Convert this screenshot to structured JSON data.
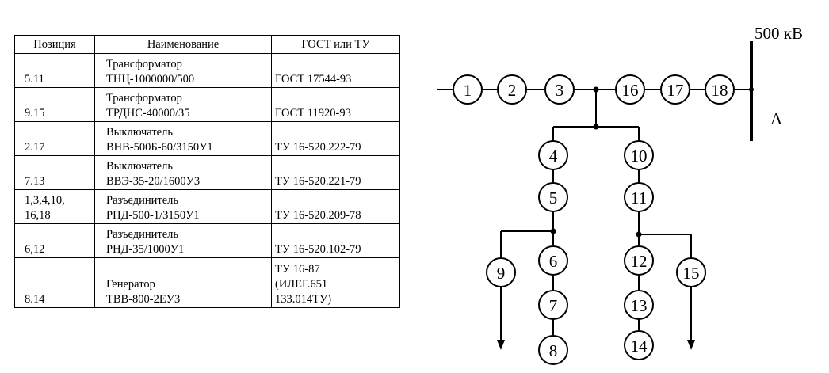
{
  "table": {
    "headers": [
      "Позиция",
      "Наименование",
      "ГОСТ или ТУ"
    ],
    "rows": [
      {
        "pos": [
          "5.11"
        ],
        "name": [
          "Трансформатор",
          "ТНЦ-1000000/500"
        ],
        "std": [
          "ГОСТ 17544-93"
        ]
      },
      {
        "pos": [
          "9.15"
        ],
        "name": [
          "Трансформатор",
          "ТРДНС-40000/35"
        ],
        "std": [
          "ГОСТ 11920-93"
        ]
      },
      {
        "pos": [
          "2.17"
        ],
        "name": [
          "Выключатель",
          "ВНВ-500Б-60/3150У1"
        ],
        "std": [
          "ТУ 16-520.222-79"
        ]
      },
      {
        "pos": [
          "7.13"
        ],
        "name": [
          "Выключатель",
          "ВВЭ-35-20/1600У3"
        ],
        "std": [
          "ТУ 16-520.221-79"
        ]
      },
      {
        "pos": [
          "1,3,4,10,",
          "16,18"
        ],
        "name": [
          "Разъединитель",
          "РПД-500-1/3150У1"
        ],
        "std": [
          "ТУ 16-520.209-78"
        ]
      },
      {
        "pos": [
          "6,12"
        ],
        "name": [
          "Разъединитель",
          "РНД-35/1000У1"
        ],
        "std": [
          "ТУ 16-520.102-79"
        ]
      },
      {
        "pos": [
          "8.14"
        ],
        "name": [
          "Генератор",
          "ТВВ-800-2ЕУ3"
        ],
        "std": [
          "ТУ 16-87",
          "(ИЛЕГ.651",
          "133.014ТУ)"
        ]
      }
    ]
  },
  "diagram": {
    "bus_label": "500 кВ",
    "point_label": "А",
    "nodes": [
      "1",
      "2",
      "3",
      "16",
      "17",
      "18",
      "4",
      "5",
      "6",
      "7",
      "8",
      "9",
      "10",
      "11",
      "12",
      "13",
      "14",
      "15"
    ]
  }
}
